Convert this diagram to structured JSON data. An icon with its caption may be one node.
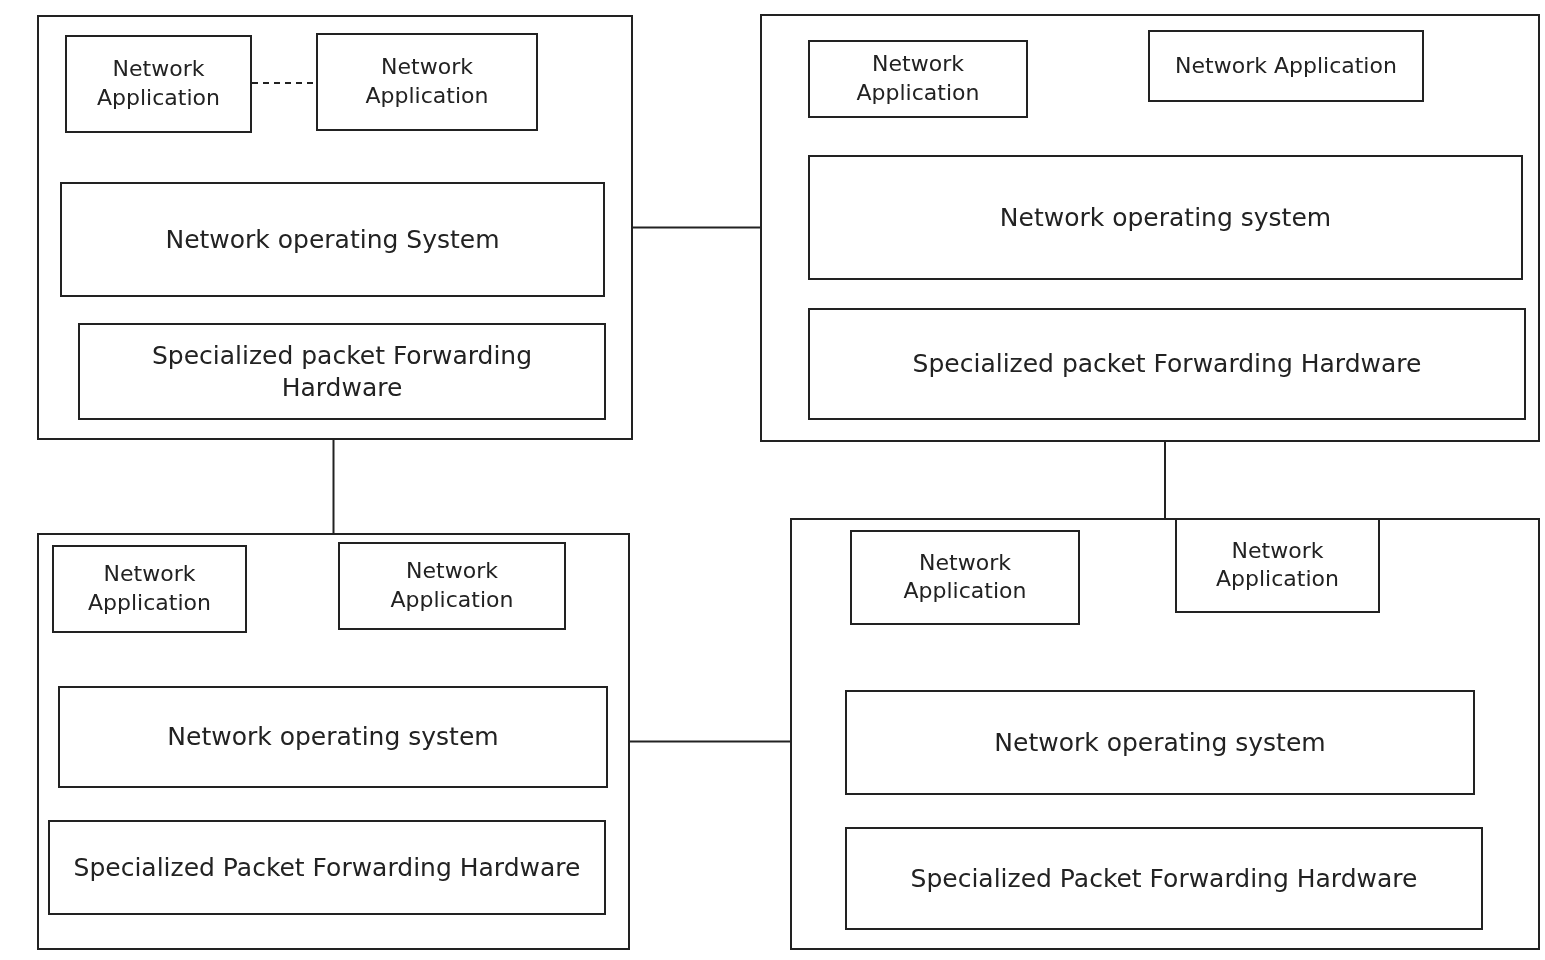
{
  "diagram": {
    "nodes": [
      {
        "text": [],
        "shape": "box"
      },
      {
        "text": [
          "Network Application"
        ],
        "in": 0
      },
      {
        "text": [
          "Network Application"
        ],
        "in": 0
      },
      {
        "text": [
          "Network operating System"
        ],
        "in": 0
      },
      {
        "text": [
          "Specialized packet Forwarding Hardware"
        ],
        "in": 0
      },
      {
        "text": [],
        "shape": "box"
      },
      {
        "text": [
          "Network Application"
        ],
        "in": 5
      },
      {
        "text": [
          "Network Application"
        ],
        "in": 5
      },
      {
        "text": [
          "Network operating system"
        ],
        "in": 5
      },
      {
        "text": [
          "Specialized packet Forwarding Hardware"
        ],
        "in": 5
      },
      {
        "text": [],
        "shape": "box"
      },
      {
        "text": [
          "Network Application"
        ],
        "in": 10
      },
      {
        "text": [
          "Network Application"
        ],
        "in": 10
      },
      {
        "text": [
          "Network operating system"
        ],
        "in": 10
      },
      {
        "text": [
          "Specialized Packet Forwarding Hardware"
        ],
        "in": 10
      },
      {
        "text": [],
        "shape": "box"
      },
      {
        "text": [
          "Network Application"
        ],
        "in": 15
      },
      {
        "text": [
          "Network Application"
        ],
        "in": 15
      },
      {
        "text": [
          "Network operating system"
        ],
        "in": 15
      },
      {
        "text": [
          "Specialized Packet Forwarding Hardware"
        ],
        "in": 15
      }
    ],
    "edges": [
      {
        "from": 1,
        "to": 2,
        "arrow": "none",
        "style": "dashed"
      },
      {
        "from": 0,
        "to": 5,
        "arrow": "none"
      },
      {
        "from": 0,
        "to": 10,
        "arrow": "none"
      },
      {
        "from": 5,
        "to": 15,
        "arrow": "none"
      },
      {
        "from": 10,
        "to": 15,
        "arrow": "none"
      }
    ]
  }
}
